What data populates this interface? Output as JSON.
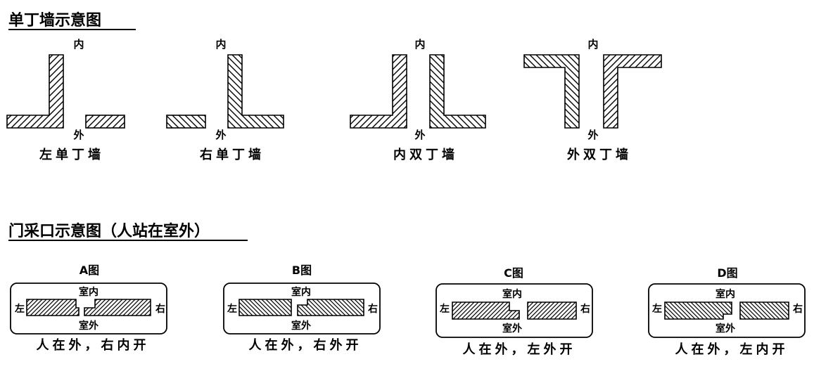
{
  "section1": {
    "title": "单丁墙示意图",
    "diagrams": [
      {
        "top_label": "内",
        "bottom_label": "外",
        "caption": "左单丁墙"
      },
      {
        "top_label": "内",
        "bottom_label": "外",
        "caption": "右单丁墙"
      },
      {
        "top_label": "内",
        "bottom_label": "外",
        "caption": "内双丁墙"
      },
      {
        "top_label": "内",
        "bottom_label": "外",
        "caption": "外双丁墙"
      }
    ]
  },
  "section2": {
    "title": "门采口示意图（人站在室外）",
    "diagrams": [
      {
        "header": "A图",
        "inside": "室内",
        "outside": "室外",
        "left": "左",
        "right": "右",
        "caption": "人在外，右内开"
      },
      {
        "header": "B图",
        "inside": "室内",
        "outside": "室外",
        "left": "左",
        "right": "右",
        "caption": "人在外，右外开"
      },
      {
        "header": "C图",
        "inside": "室内",
        "outside": "室外",
        "left": "左",
        "right": "右",
        "caption": "人在外，左外开"
      },
      {
        "header": "D图",
        "inside": "室内",
        "outside": "室外",
        "left": "左",
        "right": "右",
        "caption": "人在外，左内开"
      }
    ]
  }
}
